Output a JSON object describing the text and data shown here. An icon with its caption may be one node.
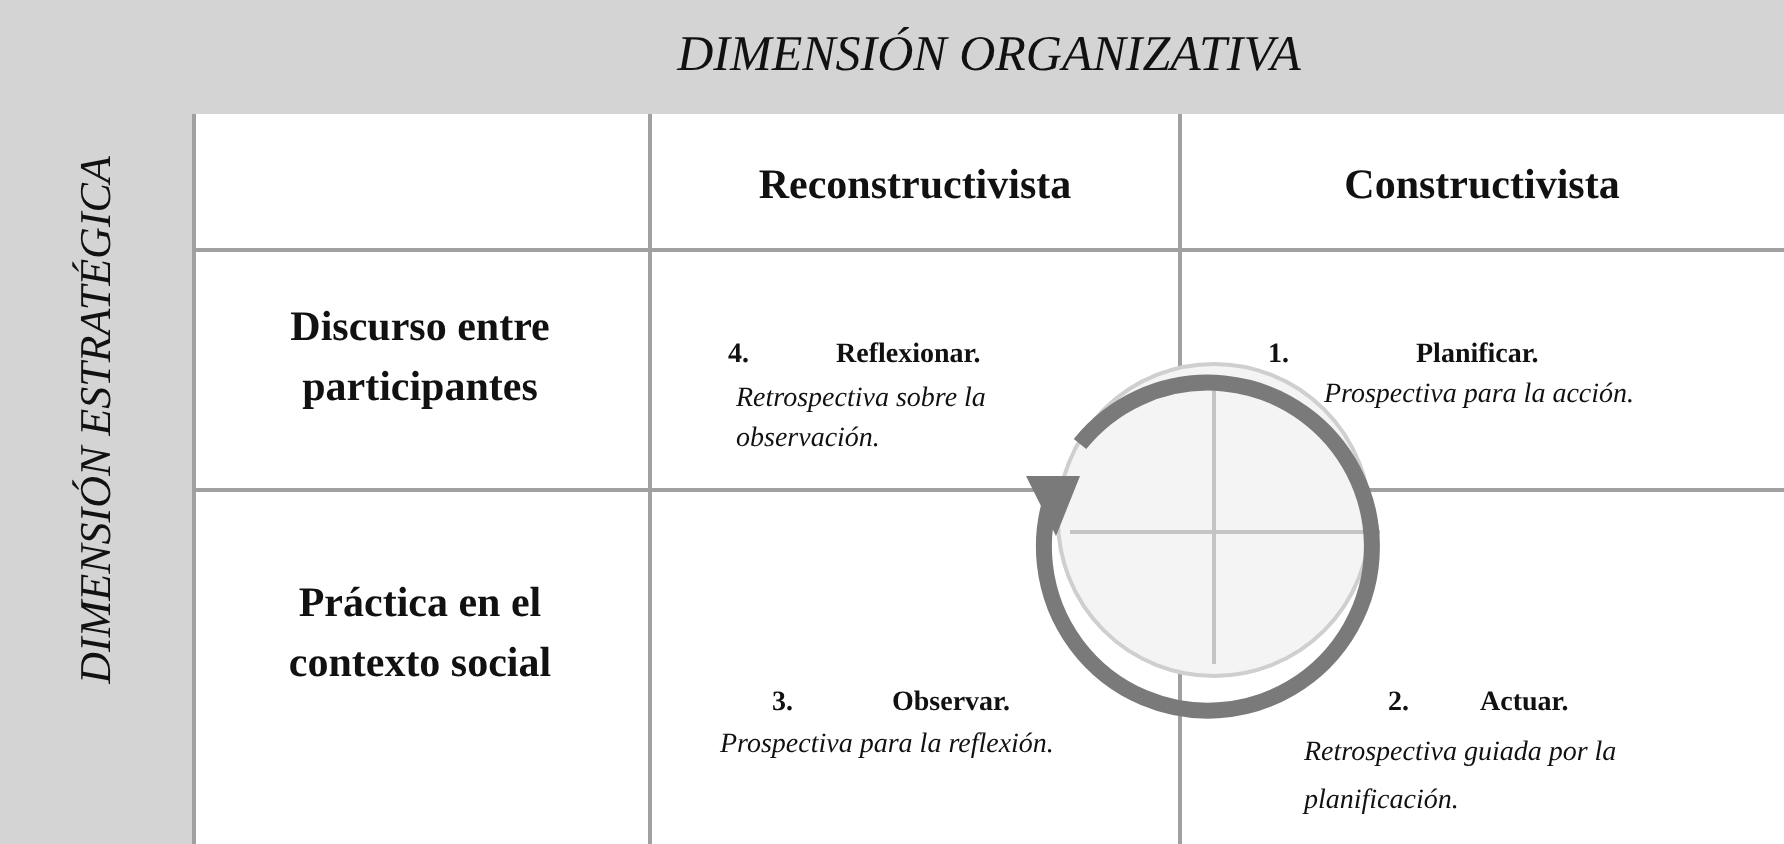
{
  "diagram": {
    "title": "DIMENSIÓN ORGANIZATIVA",
    "labels": [
      "DIMENSIÓN ESTRATÉGICA",
      "Reconstructivista",
      "Constructivista",
      "Discurso entre participantes",
      "4.",
      "Reflexionar.",
      "Retrospectiva sobre la observación.",
      "1.",
      "Planificar.",
      "Prospectiva para la acción.",
      "Práctica en el contexto social",
      "3.",
      "Observar.",
      "Prospectiva para la reflexión.",
      "2.",
      "Actuar.",
      "Retrospectiva guiada por la planificación."
    ]
  }
}
